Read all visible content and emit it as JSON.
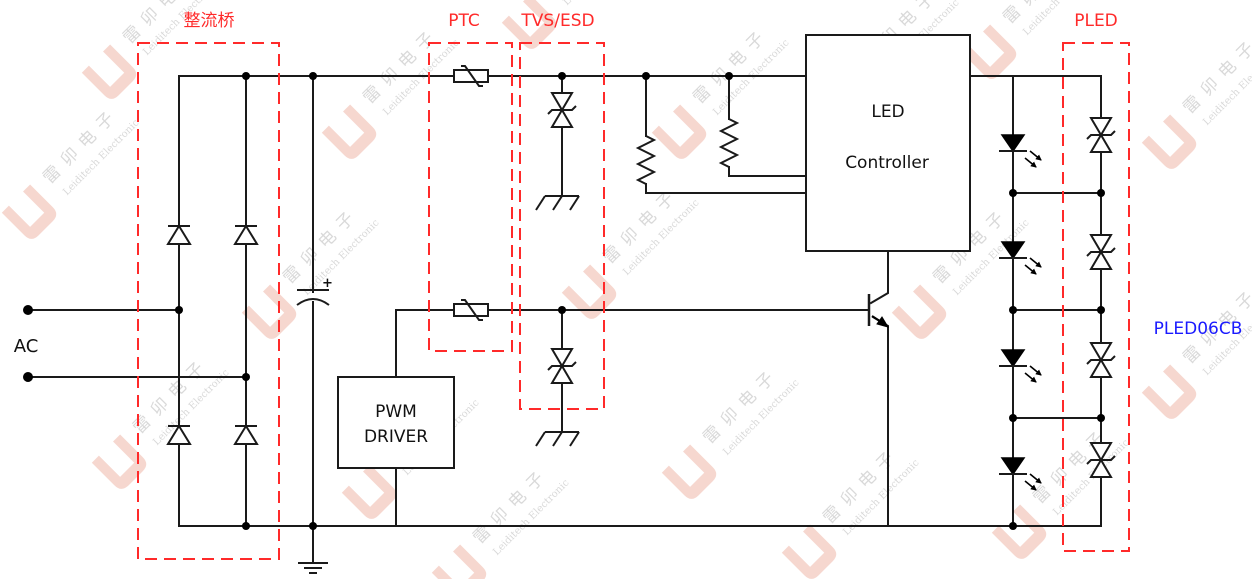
{
  "diagram": {
    "title": "LED driver protection circuit",
    "colors": {
      "wire": "#1a1a1a",
      "group_outline": "#ff2a2a",
      "group_label": "#ff2a2a",
      "part_label": "#1a1aff",
      "watermark_text": "#d9d9d9",
      "watermark_logo": "#f3c9bf"
    },
    "groups": [
      {
        "id": "rectifier",
        "label": "整流桥"
      },
      {
        "id": "ptc",
        "label": "PTC"
      },
      {
        "id": "tvs-esd",
        "label": "TVS/ESD"
      },
      {
        "id": "pled",
        "label": "PLED"
      }
    ],
    "labels": {
      "ac_input": "AC",
      "part_number": "PLED06CB"
    },
    "blocks": {
      "led_controller": {
        "line1": "LED",
        "line2": "Controller"
      },
      "pwm_driver": {
        "line1": "PWM",
        "line2": "DRIVER"
      }
    },
    "components": {
      "rectifier_diodes": 4,
      "electrolytic_capacitor": {
        "polarity_mark": "+"
      },
      "ptc_thermistors": 2,
      "tvs_diodes": 2,
      "resistors": 2,
      "npn_transistor": 1,
      "leds": 4,
      "pled_protectors": 4
    },
    "watermark": {
      "cn_text": "雷卯电子",
      "en_text": "Leiditech Electronic"
    }
  }
}
